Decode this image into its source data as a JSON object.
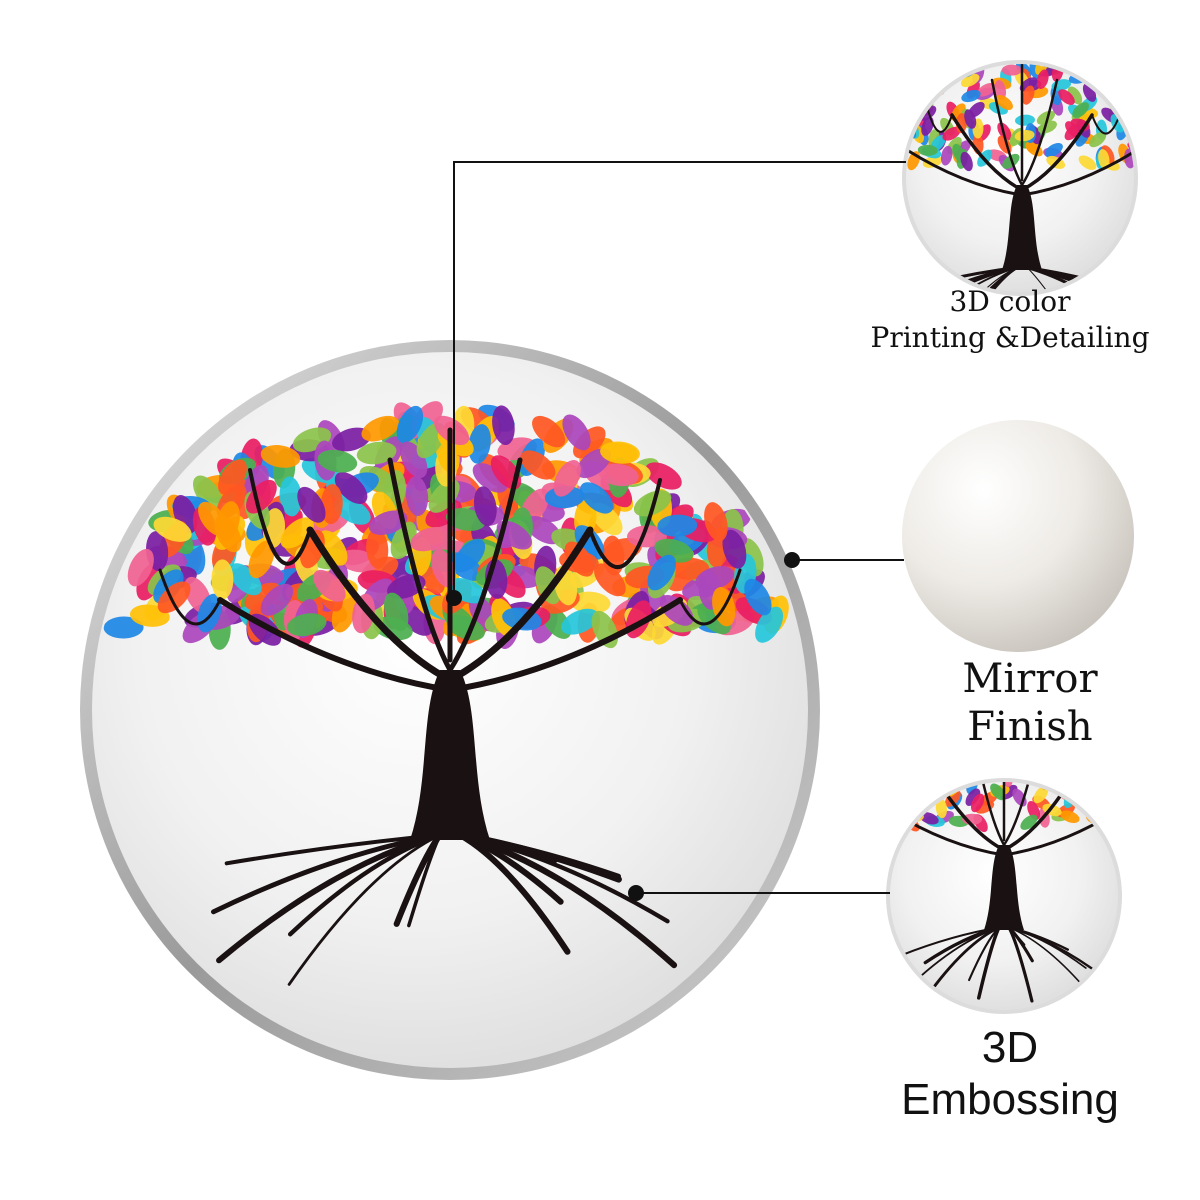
{
  "features": [
    {
      "id": "color",
      "lines": [
        "3D color",
        "Printing &Detailing"
      ]
    },
    {
      "id": "mirror",
      "lines": [
        "Mirror",
        "Finish"
      ]
    },
    {
      "id": "emboss",
      "lines": [
        "3D",
        "Embossing"
      ]
    }
  ],
  "palette": {
    "leaves": [
      "#e91e63",
      "#ff5722",
      "#ff9800",
      "#ffc107",
      "#8bc34a",
      "#4caf50",
      "#26c6da",
      "#1e88e5",
      "#7b1fa2",
      "#ab47bc",
      "#f06292",
      "#fdd835"
    ],
    "trunk": "#1a1212",
    "frame": "#b8b8b8",
    "mirror": "#ececec",
    "leader": "#111111"
  }
}
